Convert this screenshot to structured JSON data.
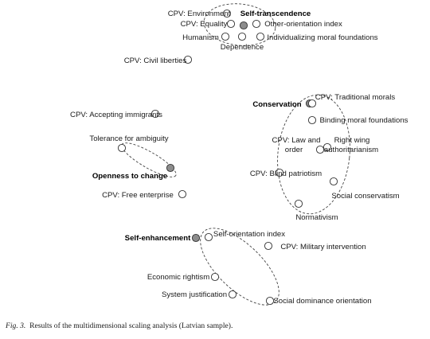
{
  "caption": {
    "prefix": "Fig. 3.",
    "text": "Results of the multidimensional scaling analysis (Latvian sample)."
  },
  "chart_data": {
    "type": "scatter",
    "clusters": [
      {
        "label": "Self-transcendence"
      },
      {
        "label": "Conservation"
      },
      {
        "label": "Openness to change"
      },
      {
        "label": "Self-enhancement"
      }
    ],
    "points": [
      {
        "label": "CPV: Environment"
      },
      {
        "label": "Self-transcendence",
        "core": true
      },
      {
        "label": "CPV: Equality"
      },
      {
        "label": "Other-orientation index"
      },
      {
        "label": "Humanism"
      },
      {
        "label": "Individualizing moral foundations"
      },
      {
        "label": "Dependence"
      },
      {
        "label": "CPV: Civil liberties"
      },
      {
        "label": "Conservation",
        "core": true
      },
      {
        "label": "CPV: Traditional morals"
      },
      {
        "label": "Binding moral foundations"
      },
      {
        "label": "CPV: Law and order"
      },
      {
        "label": "Right wing authoritarianism"
      },
      {
        "label": "CPV: Blind patriotism"
      },
      {
        "label": "Social conservatism"
      },
      {
        "label": "Normativism"
      },
      {
        "label": "CPV: Accepting immigrants"
      },
      {
        "label": "Tolerance for ambiguity"
      },
      {
        "label": "Openness to change",
        "core": true
      },
      {
        "label": "CPV: Free enterprise"
      },
      {
        "label": "Self-enhancement",
        "core": true
      },
      {
        "label": "Self-orientation index"
      },
      {
        "label": "CPV: Military intervention"
      },
      {
        "label": "Economic rightism"
      },
      {
        "label": "System justification"
      },
      {
        "label": "Social dominance orientation"
      }
    ]
  }
}
